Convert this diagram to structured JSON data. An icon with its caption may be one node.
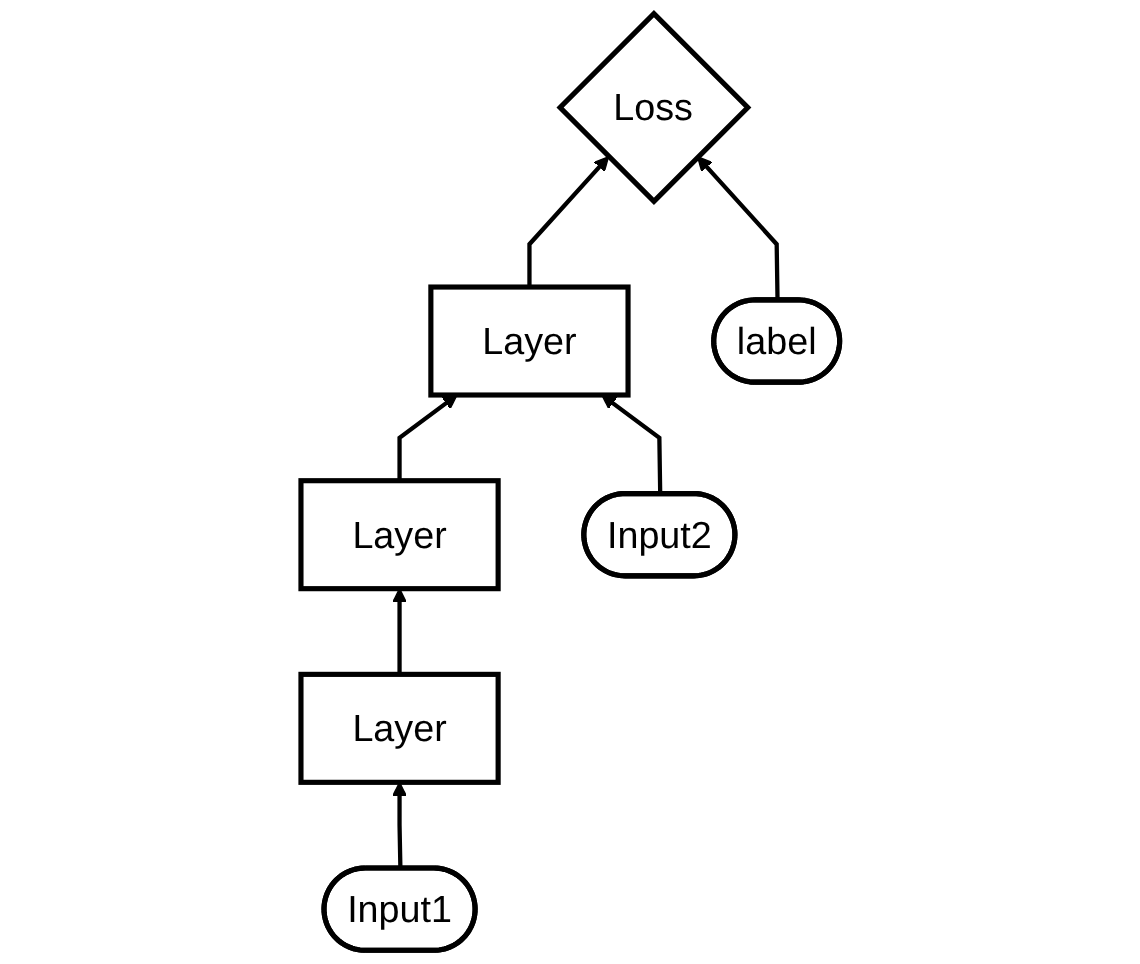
{
  "diagram": {
    "nodes": [
      {
        "text": [
          "Loss"
        ]
      },
      {
        "text": [
          "Layer"
        ]
      },
      {
        "text": [
          "Layer"
        ]
      },
      {
        "text": [
          "Layer"
        ]
      },
      {
        "text": [
          "Input1"
        ]
      },
      {
        "text": [
          "Input2"
        ]
      },
      {
        "text": [
          "label"
        ]
      }
    ],
    "edges": [
      {
        "from": 4,
        "to": 3,
        "arrow": "to"
      },
      {
        "from": 3,
        "to": 2,
        "arrow": "to"
      },
      {
        "from": 2,
        "to": 1,
        "arrow": "to"
      },
      {
        "from": 5,
        "to": 1,
        "arrow": "to"
      },
      {
        "from": 1,
        "to": 0,
        "arrow": "to"
      },
      {
        "from": 6,
        "to": 0,
        "arrow": "to"
      }
    ]
  }
}
